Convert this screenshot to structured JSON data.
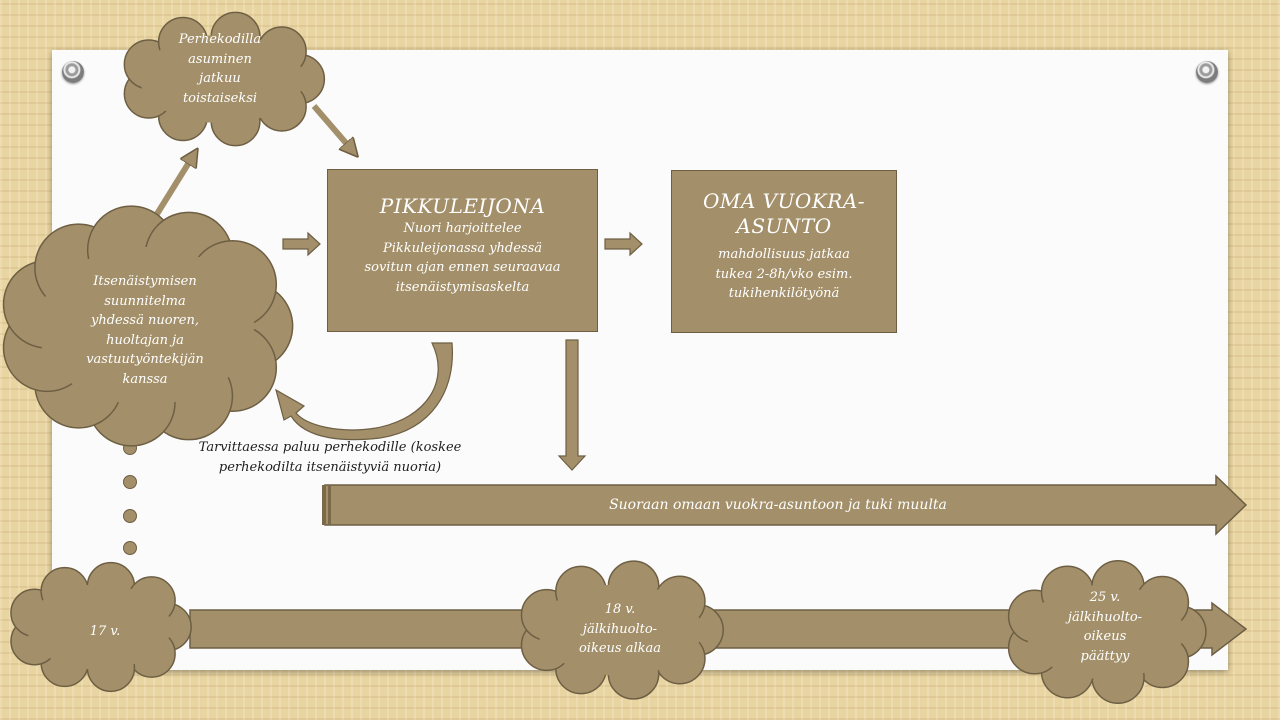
{
  "clouds": {
    "foster_home": "Perhekodilla\nasuminen\njatkuu\ntoistaiseksi",
    "independence_plan": "Itsenäistymisen\nsuunnitelma\nyhdessä nuoren,\nhuoltajan ja\nvastuutyöntekijän\nkanssa",
    "age_17": "17 v.",
    "age_18": "18 v.\njälkihuolto-\noikeus alkaa",
    "age_25": "25 v.\njälkihuolto-\noikeus\npäättyy"
  },
  "boxes": {
    "pikkuleijona": {
      "title": "PIKKULEIJONA",
      "text": "Nuori harjoittelee\nPikkuleijonassa yhdessä\nsovitun ajan ennen seuraavaa\nitsenäistymisaskelta"
    },
    "oma_vuokra": {
      "title": "OMA VUOKRA-\nASUNTO",
      "text": "mahdollisuus jatkaa\ntukea 2-8h/vko esim.\ntukihenkilötyönä"
    }
  },
  "return_label": "Tarvittaessa paluu perhekodille (koskee\nperhekodilta itsenäistyviä nuoria)",
  "direct_arrow_label": "Suoraan omaan vuokra-asuntoon ja tuki muulta",
  "colors": {
    "fill": "#a3906a",
    "stroke": "#6e5f44",
    "paper": "#fbfbfb",
    "background": "#e9d5a1"
  }
}
